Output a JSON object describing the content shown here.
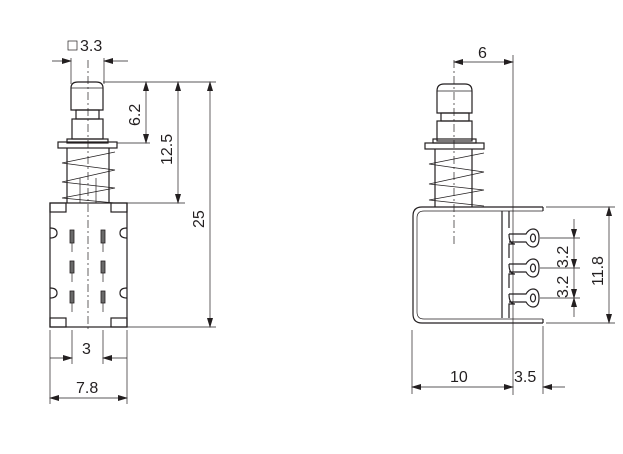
{
  "front_view": {
    "square_symbol": "□",
    "dims": {
      "cap_width": "3.3",
      "cap_height": "6.2",
      "flange_height": "12.5",
      "total_height": "25",
      "pin_spacing": "3",
      "body_width": "7.8"
    }
  },
  "side_view": {
    "dims": {
      "offset": "6",
      "bracket_height": "11.8",
      "pin_pitch_upper": "3.2",
      "pin_pitch_lower": "3.2",
      "body_depth": "10",
      "pin_length": "3.5"
    }
  }
}
